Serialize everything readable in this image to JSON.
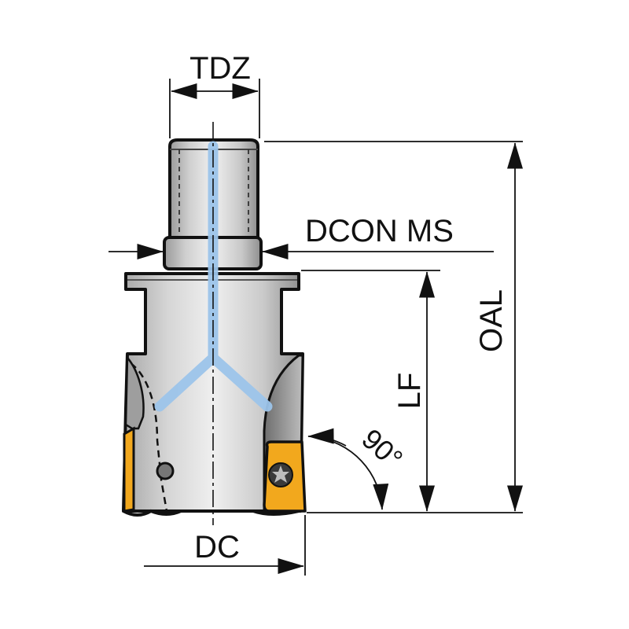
{
  "labels": {
    "tdz": "TDZ",
    "dcon_ms": "DCON MS",
    "oal": "OAL",
    "lf": "LF",
    "dc": "DC",
    "angle": "90°"
  },
  "colors": {
    "body_light": "#e6e6e6",
    "body_mid": "#c4c4c4",
    "body_dark": "#9a9a9a",
    "coolant": "#9cc4ea",
    "insert": "#f2a81d",
    "outline": "#111111",
    "background": "#ffffff"
  },
  "icons": {
    "insert_screw": "torx-screw-icon"
  }
}
